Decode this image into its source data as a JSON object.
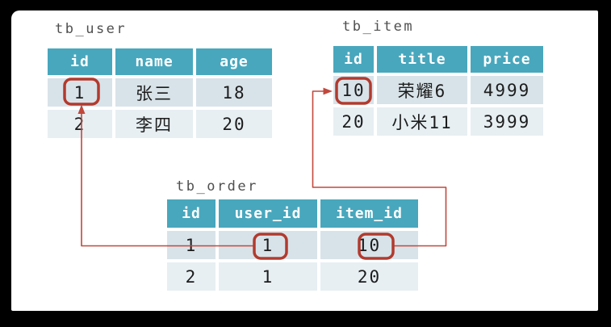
{
  "tables": [
    {
      "name": "tb_user",
      "columns": [
        "id",
        "name",
        "age"
      ],
      "rows": [
        [
          "1",
          "张三",
          "18"
        ],
        [
          "2",
          "李四",
          "20"
        ]
      ],
      "highlighted_cell": {
        "row": 0,
        "column": "id",
        "value": "1"
      }
    },
    {
      "name": "tb_item",
      "columns": [
        "id",
        "title",
        "price"
      ],
      "rows": [
        [
          "10",
          "荣耀6",
          "4999"
        ],
        [
          "20",
          "小米11",
          "3999"
        ]
      ],
      "highlighted_cell": {
        "row": 0,
        "column": "id",
        "value": "10"
      }
    },
    {
      "name": "tb_order",
      "columns": [
        "id",
        "user_id",
        "item_id"
      ],
      "rows": [
        [
          "1",
          "1",
          "10"
        ],
        [
          "2",
          "1",
          "20"
        ]
      ],
      "highlighted_cells": [
        {
          "row": 0,
          "column": "user_id",
          "value": "1"
        },
        {
          "row": 0,
          "column": "item_id",
          "value": "10"
        }
      ]
    }
  ],
  "relations": [
    {
      "from": "tb_order.user_id",
      "to": "tb_user.id",
      "value": "1"
    },
    {
      "from": "tb_order.item_id",
      "to": "tb_item.id",
      "value": "10"
    }
  ],
  "colors": {
    "header_bg": "#48a7bd",
    "row_odd_bg": "#d8e3e9",
    "row_even_bg": "#e7eff3",
    "header_text": "#ffffff",
    "cell_text": "#1c1c1c",
    "label_text": "#4f4f4f",
    "highlight_box": "#b23a2e",
    "arrow": "#c0483c",
    "frame_bg": "#000000",
    "canvas_bg": "#ffffff"
  }
}
